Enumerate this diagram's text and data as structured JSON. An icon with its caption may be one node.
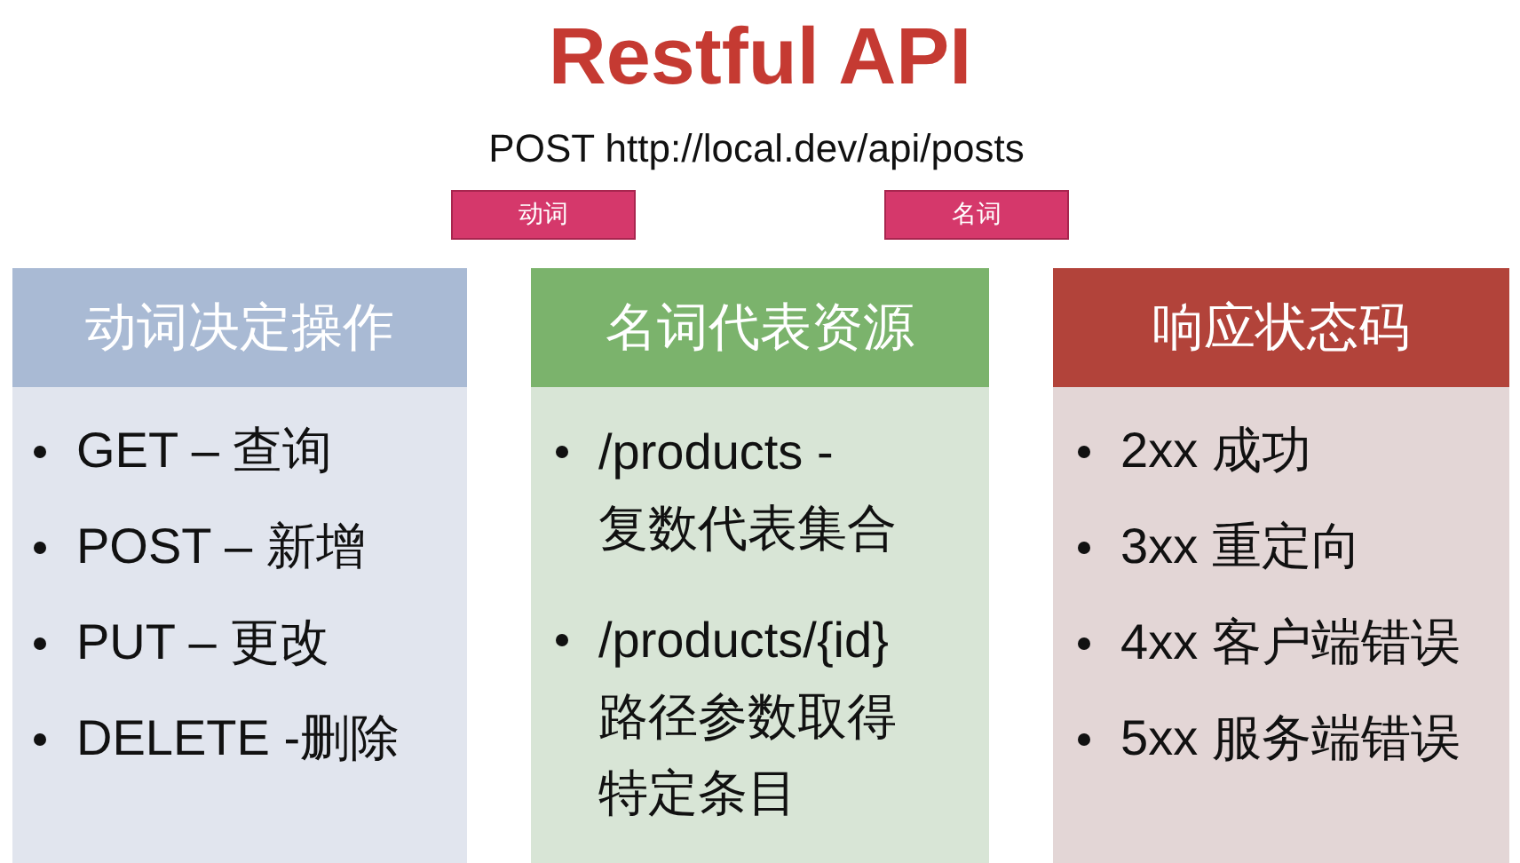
{
  "diagram": {
    "title": "Restful API",
    "nodes": [
      {
        "text": [
          "动词"
        ]
      },
      {
        "text": [
          "名词"
        ]
      },
      {
        "text": [
          "动词决定操作",
          "GET – 查询",
          "POST – 新增",
          "PUT – 更改",
          "DELETE -删除"
        ]
      },
      {
        "text": [
          "名词代表资源",
          "/products - 复数代表集合",
          "/products/{id} 路径参数取得特定条目"
        ]
      },
      {
        "text": [
          "响应状态码",
          "2xx 成功",
          "3xx 重定向",
          "4xx 客户端错误",
          "5xx 服务端错误"
        ]
      }
    ],
    "labels": [
      "POST http://local.dev/api/posts"
    ]
  }
}
